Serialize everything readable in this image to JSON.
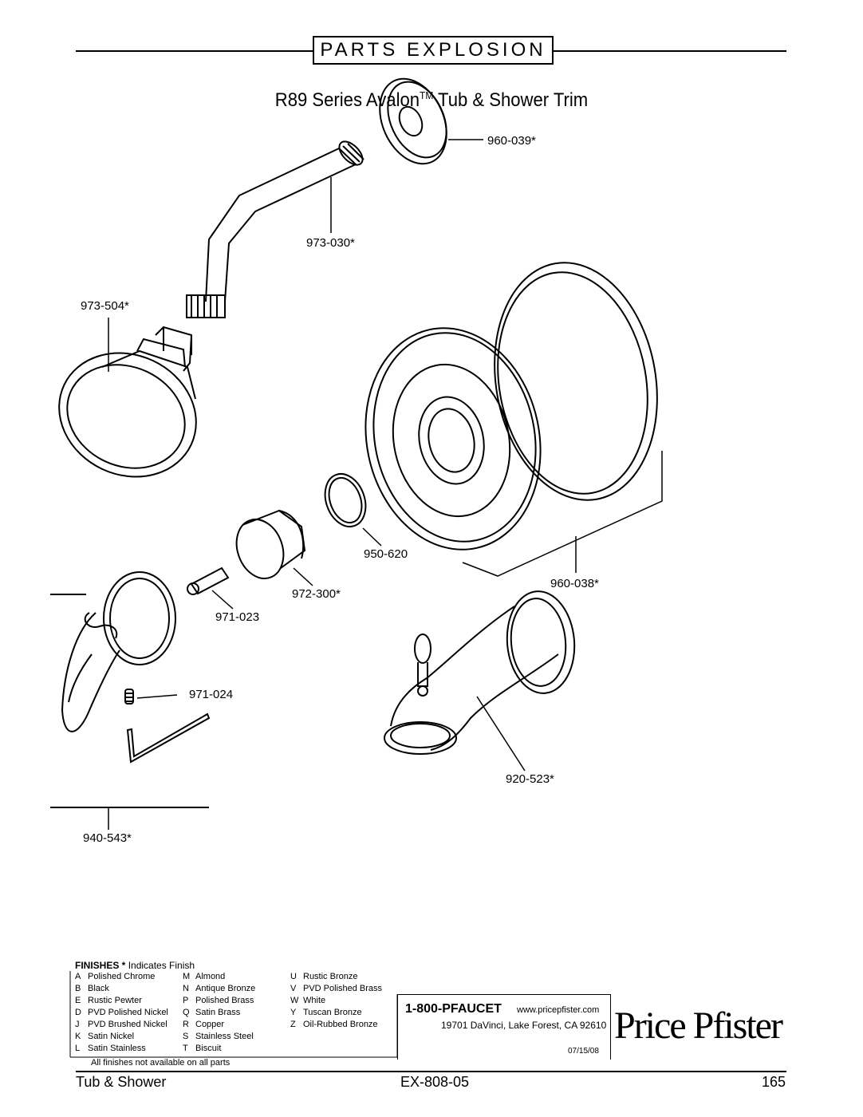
{
  "header": {
    "title": "PARTS EXPLOSION",
    "series_prefix": "R89 Series Avalon",
    "trademark": "TM",
    "series_suffix": " Tub & Shower Trim"
  },
  "parts": {
    "p960_039": "960-039*",
    "p973_030": "973-030*",
    "p973_504": "973-504*",
    "p950_620": "950-620",
    "p960_038": "960-038*",
    "p972_300": "972-300*",
    "p971_023": "971-023",
    "p971_024": "971-024",
    "p920_523": "920-523*",
    "p940_543": "940-543*"
  },
  "finishes": {
    "title_bold": "FINISHES *",
    "title_rest": " Indicates Finish",
    "col1": [
      {
        "code": "A",
        "name": "Polished Chrome"
      },
      {
        "code": "B",
        "name": "Black"
      },
      {
        "code": "E",
        "name": "Rustic Pewter"
      },
      {
        "code": "D",
        "name": "PVD Polished Nickel"
      },
      {
        "code": "J",
        "name": "PVD Brushed Nickel"
      },
      {
        "code": "K",
        "name": "Satin Nickel"
      },
      {
        "code": "L",
        "name": "Satin Stainless"
      }
    ],
    "col2": [
      {
        "code": "M",
        "name": "Almond"
      },
      {
        "code": "N",
        "name": "Antique Bronze"
      },
      {
        "code": "P",
        "name": "Polished Brass"
      },
      {
        "code": "Q",
        "name": "Satin Brass"
      },
      {
        "code": "R",
        "name": "Copper"
      },
      {
        "code": "S",
        "name": "Stainless Steel"
      },
      {
        "code": "T",
        "name": "Biscuit"
      }
    ],
    "col3": [
      {
        "code": "U",
        "name": "Rustic Bronze"
      },
      {
        "code": "V",
        "name": "PVD Polished Brass"
      },
      {
        "code": "W",
        "name": "White"
      },
      {
        "code": "Y",
        "name": "Tuscan Bronze"
      },
      {
        "code": "Z",
        "name": "Oil-Rubbed Bronze"
      }
    ],
    "note": "All finishes not available on all parts"
  },
  "contact": {
    "phone": "1-800-PFAUCET",
    "website": "www.pricepfister.com",
    "address": "19701 DaVinci, Lake Forest, CA  92610",
    "date": "07/15/08"
  },
  "brand": "Price Pfister",
  "footer": {
    "left": "Tub & Shower",
    "center": "EX-808-05",
    "page": "165"
  }
}
